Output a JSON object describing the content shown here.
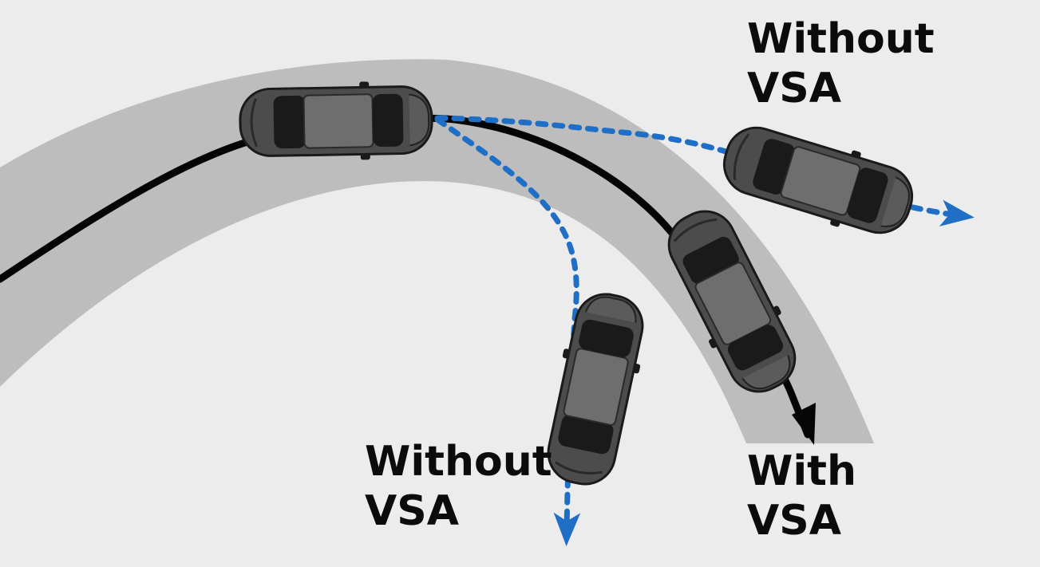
{
  "labels": {
    "top_right": {
      "line1": "Without",
      "line2": "VSA"
    },
    "bottom_left": {
      "line1": "Without",
      "line2": "VSA"
    },
    "bottom_right": {
      "line1": "With",
      "line2": "VSA"
    }
  },
  "colors": {
    "background": "#ececec",
    "road": "#bdbdbd",
    "vsa_path": "#000000",
    "no_vsa_path": "#1f6fc6",
    "car_body": "#4a4a4a",
    "car_glass": "#1c1c1c",
    "car_roof": "#6d6d6d"
  },
  "icons": {
    "car": "car-top-view-icon",
    "arrow_vsa": "arrow-down-icon",
    "arrow_no_vsa": "arrow-down-icon"
  }
}
